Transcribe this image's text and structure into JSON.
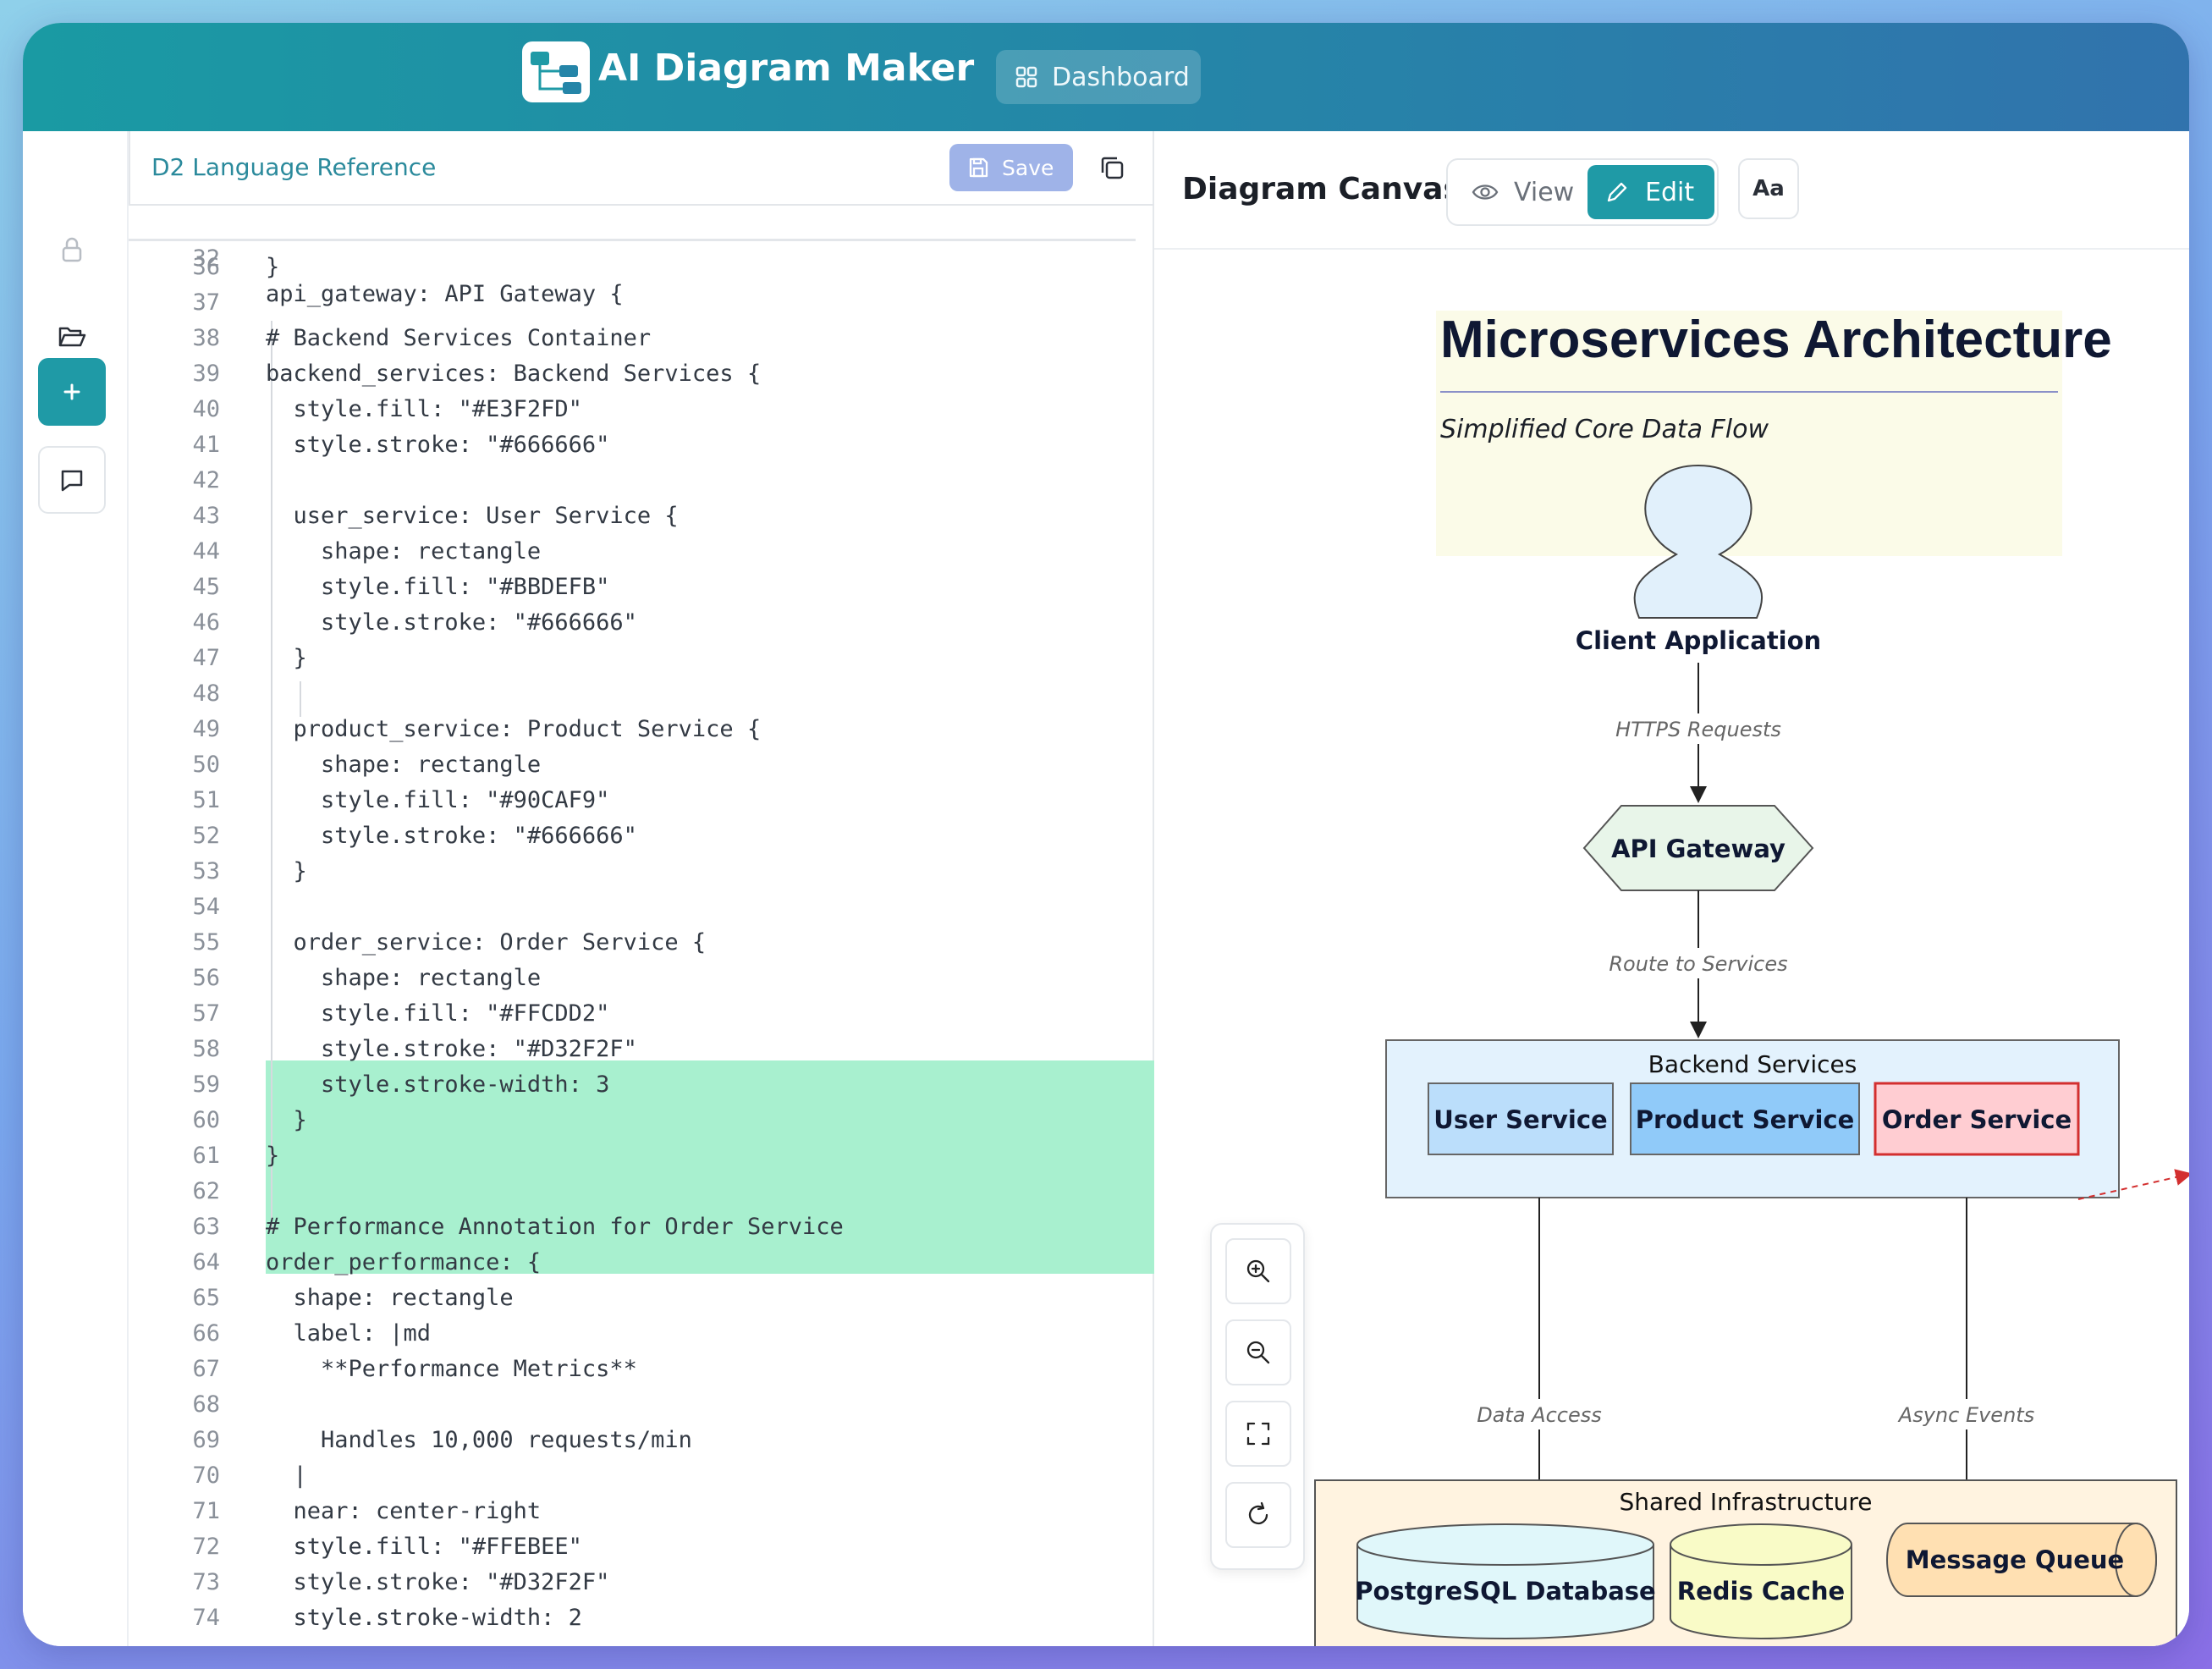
{
  "app": {
    "title": "AI Diagram Maker",
    "nav": {
      "dashboard_label": "Dashboard"
    }
  },
  "sidebar": {
    "items": [
      {
        "name": "lock-icon"
      },
      {
        "name": "folder-open-icon"
      },
      {
        "name": "plus-icon"
      },
      {
        "name": "chat-icon"
      }
    ],
    "accent_color": "#1f9aa6"
  },
  "editor": {
    "ref_link": "D2 Language Reference",
    "save_label": "Save",
    "highlight_color": "#a8f0cf",
    "sticky_line": {
      "num": "32",
      "text": "api_gateway: API Gateway {"
    },
    "lines": [
      {
        "num": "36",
        "text": "}"
      },
      {
        "num": "37",
        "text": ""
      },
      {
        "num": "38",
        "text": "# Backend Services Container"
      },
      {
        "num": "39",
        "text": "backend_services: Backend Services {"
      },
      {
        "num": "40",
        "text": "  style.fill: \"#E3F2FD\""
      },
      {
        "num": "41",
        "text": "  style.stroke: \"#666666\""
      },
      {
        "num": "42",
        "text": ""
      },
      {
        "num": "43",
        "text": "  user_service: User Service {"
      },
      {
        "num": "44",
        "text": "    shape: rectangle"
      },
      {
        "num": "45",
        "text": "    style.fill: \"#BBDEFB\""
      },
      {
        "num": "46",
        "text": "    style.stroke: \"#666666\""
      },
      {
        "num": "47",
        "text": "  }"
      },
      {
        "num": "48",
        "text": ""
      },
      {
        "num": "49",
        "text": "  product_service: Product Service {"
      },
      {
        "num": "50",
        "text": "    shape: rectangle"
      },
      {
        "num": "51",
        "text": "    style.fill: \"#90CAF9\""
      },
      {
        "num": "52",
        "text": "    style.stroke: \"#666666\""
      },
      {
        "num": "53",
        "text": "  }"
      },
      {
        "num": "54",
        "text": ""
      },
      {
        "num": "55",
        "text": "  order_service: Order Service {"
      },
      {
        "num": "56",
        "text": "    shape: rectangle"
      },
      {
        "num": "57",
        "text": "    style.fill: \"#FFCDD2\""
      },
      {
        "num": "58",
        "text": "    style.stroke: \"#D32F2F\""
      },
      {
        "num": "59",
        "text": "    style.stroke-width: 3"
      },
      {
        "num": "60",
        "text": "  }"
      },
      {
        "num": "61",
        "text": "}"
      },
      {
        "num": "62",
        "text": ""
      },
      {
        "num": "63",
        "text": "# Performance Annotation for Order Service"
      },
      {
        "num": "64",
        "text": "order_performance: {"
      },
      {
        "num": "65",
        "text": "  shape: rectangle"
      },
      {
        "num": "66",
        "text": "  label: |md"
      },
      {
        "num": "67",
        "text": "    **Performance Metrics**"
      },
      {
        "num": "68",
        "text": ""
      },
      {
        "num": "69",
        "text": "    Handles 10,000 requests/min"
      },
      {
        "num": "70",
        "text": "  |"
      },
      {
        "num": "71",
        "text": "  near: center-right"
      },
      {
        "num": "72",
        "text": "  style.fill: \"#FFEBEE\""
      },
      {
        "num": "73",
        "text": "  style.stroke: \"#D32F2F\""
      },
      {
        "num": "74",
        "text": "  style.stroke-width: 2"
      }
    ]
  },
  "canvas": {
    "title": "Diagram Canvas",
    "view_label": "View",
    "edit_label": "Edit",
    "font_button": "Aa",
    "zoom_buttons": [
      "zoom-in-icon",
      "zoom-out-icon",
      "fit-screen-icon",
      "reset-icon"
    ]
  },
  "diagram": {
    "title": "Microservices Architecture",
    "subtitle": "Simplified Core Data Flow",
    "client": "Client Application",
    "edge_https": "HTTPS Requests",
    "api_gateway": "API Gateway",
    "edge_route": "Route to Services",
    "backend_container": "Backend Services",
    "user_service": "User Service",
    "product_service": "Product Service",
    "order_service": "Order Service",
    "edge_data": "Data Access",
    "edge_async": "Async Events",
    "infra_container": "Shared Infrastructure",
    "postgres": "PostgreSQL Database",
    "redis": "Redis Cache",
    "mq": "Message Queue",
    "colors": {
      "backend_fill": "#E3F2FD",
      "user_fill": "#BBDEFB",
      "product_fill": "#90CAF9",
      "order_fill": "#FFCDD2",
      "order_stroke": "#D32F2F",
      "infra_fill": "#FFF3E0",
      "postgres_fill": "#E0F7FA",
      "redis_fill": "#F9FBC7",
      "mq_fill": "#FFE0B2",
      "gateway_fill": "#E8F5E9",
      "client_fill": "#E1F0FB"
    }
  }
}
